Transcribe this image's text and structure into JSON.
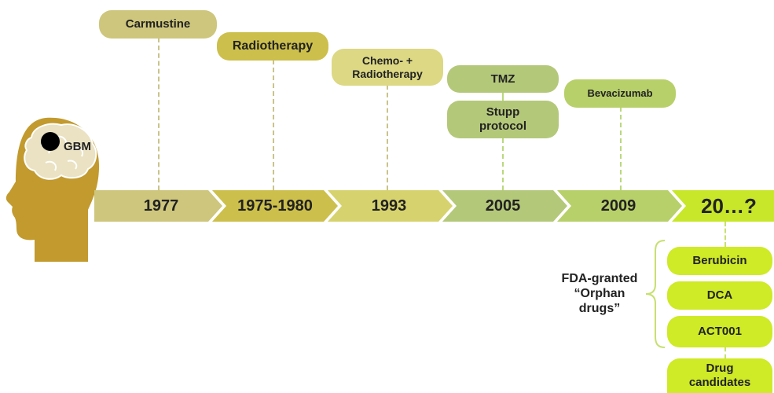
{
  "head_label": "GBM",
  "milestones": [
    {
      "year": "1977",
      "treatment": "Carmustine"
    },
    {
      "year": "1975-1980",
      "treatment": "Radiotherapy"
    },
    {
      "year": "1993",
      "treatment": "Chemo- + Radiotherapy"
    },
    {
      "year": "2005",
      "treatments": [
        "TMZ",
        "Stupp protocol"
      ]
    },
    {
      "year": "2009",
      "treatment": "Bevacizumab"
    },
    {
      "year": "20…?"
    }
  ],
  "orphan": {
    "label": "FDA-granted “Orphan drugs”",
    "drugs": [
      "Berubicin",
      "DCA",
      "ACT001"
    ]
  },
  "candidates": "Drug candidates",
  "colors": {
    "arrow1": "#cdc67c",
    "arrow2": "#ccbf4b",
    "arrow3": "#d6d36e",
    "arrow4": "#b4c87a",
    "arrow5": "#b7d06a",
    "arrow6": "#c8e62a",
    "head": "#c29a2e",
    "brain": "#eae2c2",
    "green_pill": "#cfea26"
  }
}
